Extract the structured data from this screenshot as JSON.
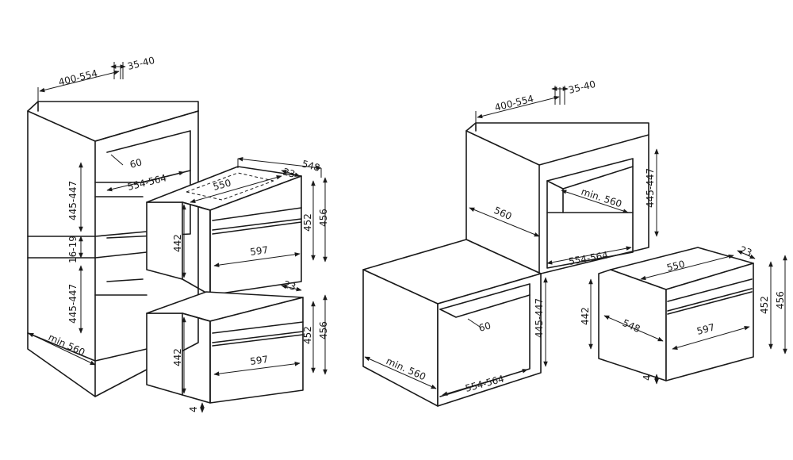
{
  "left_install": {
    "niche_width": "400-554",
    "niche_wall_depth": "35-40",
    "vent_opening": "60",
    "niche_inner_width": "554-564",
    "upper_niche_height": "445-447",
    "shelf_gap": "16-19",
    "lower_niche_height": "445-447",
    "min_depth": "min 560",
    "upper_oven": {
      "top_depth": "550",
      "overall_depth": "548",
      "front_offset": "23",
      "body_height": "442",
      "front_height": "452",
      "total_height": "456",
      "width": "597"
    },
    "lower_oven": {
      "front_offset": "23",
      "body_height": "442",
      "front_height": "452",
      "total_height": "456",
      "width": "597",
      "base_gap": "4"
    }
  },
  "right_install": {
    "niche_width": "400-554",
    "niche_wall_depth": "35-40",
    "column_depth": "560",
    "niche_min_depth": "min. 560",
    "niche_height": "445-447",
    "niche_inner_width": "554-564",
    "counter": {
      "vent_opening": "60",
      "niche_height": "445-447",
      "min_depth": "min. 560",
      "inner_width": "554-564"
    },
    "oven": {
      "top_depth": "550",
      "front_offset": "23",
      "body_height": "442",
      "depth": "548",
      "width": "597",
      "front_height": "452",
      "total_height": "456",
      "base_gap": "4"
    }
  }
}
